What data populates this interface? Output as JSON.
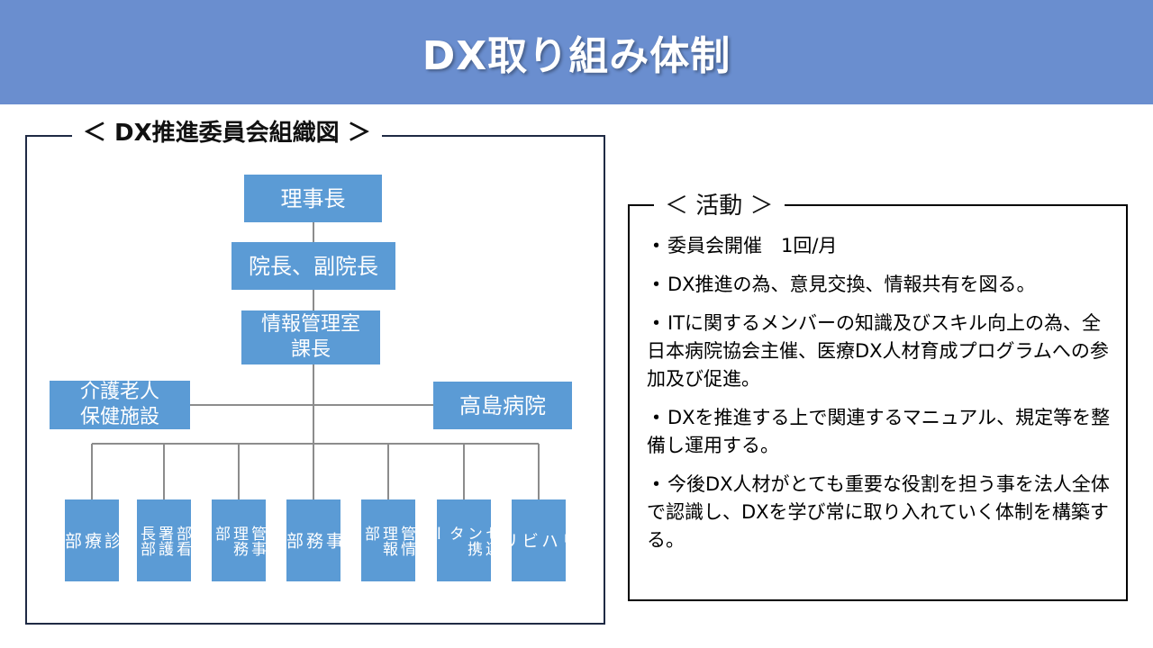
{
  "header": {
    "title": "DX取り組み体制"
  },
  "org_chart": {
    "title": "＜ DX推進委員会組織図 ＞",
    "chairman": "理事長",
    "directors": "院長、副院長",
    "it_office_line1": "情報管理室",
    "it_office_line2": "課長",
    "side_left_line1": "介護老人",
    "side_left_line2": "保健施設",
    "side_right": "高島病院",
    "departments": [
      {
        "label": "診\n療\n部"
      },
      {
        "label": "部看\n署護\n長部"
      },
      {
        "label": "管事\n理務\n部"
      },
      {
        "label": "事\n務\n部"
      },
      {
        "label": "管情\n理報\n部"
      },
      {
        "label": "セ連\nン携\nタ\nー"
      },
      {
        "label": "リ\nハ\nビ\nリ"
      }
    ]
  },
  "activities": {
    "title": "＜ 活動 ＞",
    "bullet": "・",
    "items": [
      "委員会開催　1回/月",
      "DX推進の為、意見交換、情報共有を図る。",
      "ITに関するメンバーの知識及びスキル向上の為、全日本病院協会主催、医療DX人材育成プログラムへの参加及び促進。",
      "DXを推進する上で関連するマニュアル、規定等を整備し運用する。",
      "今後DX人材がとても重要な役割を担う事を法人全体で認識し、DXを学び常に取り入れていく体制を構築する。"
    ]
  },
  "colors": {
    "banner": "#6A8ECF",
    "box": "#5B9BD5",
    "line": "#8C8C8C",
    "frame": "#1F2A44"
  }
}
